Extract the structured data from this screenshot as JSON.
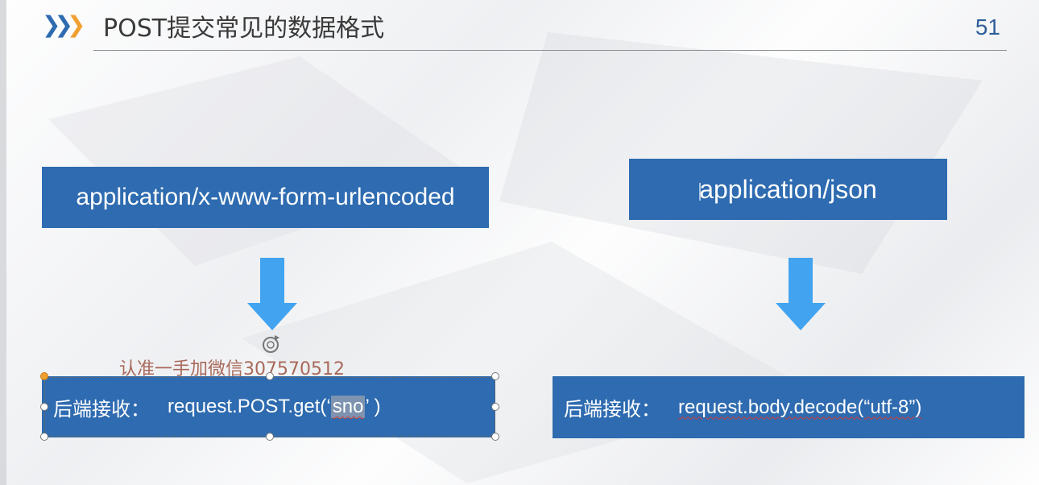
{
  "header": {
    "title": "POST提交常见的数据格式",
    "page_number": "51"
  },
  "left": {
    "content_type": "application/x-www-form-urlencoded",
    "receive_label": "后端接收：",
    "receive_code_prefix": "request.POST.get(‘",
    "receive_code_word": "sno",
    "receive_code_suffix": "’ )"
  },
  "right": {
    "content_type": "application/json",
    "receive_label": "后端接收：",
    "receive_code": "request.body.decode(“utf-8”)"
  },
  "watermark": {
    "text": "认准一手加微信307570512"
  },
  "colors": {
    "box_blue": "#2e6bb0",
    "arrow_blue": "#42a4f0",
    "chevron_blue": "#2e6bb0",
    "chevron_orange": "#f0a030",
    "page_number_blue": "#2f5f9a"
  },
  "icons": {
    "header_decoration": "double-chevron-right-icon",
    "arrows": "arrow-down-icon",
    "rotate": "rotate-handle-icon"
  }
}
